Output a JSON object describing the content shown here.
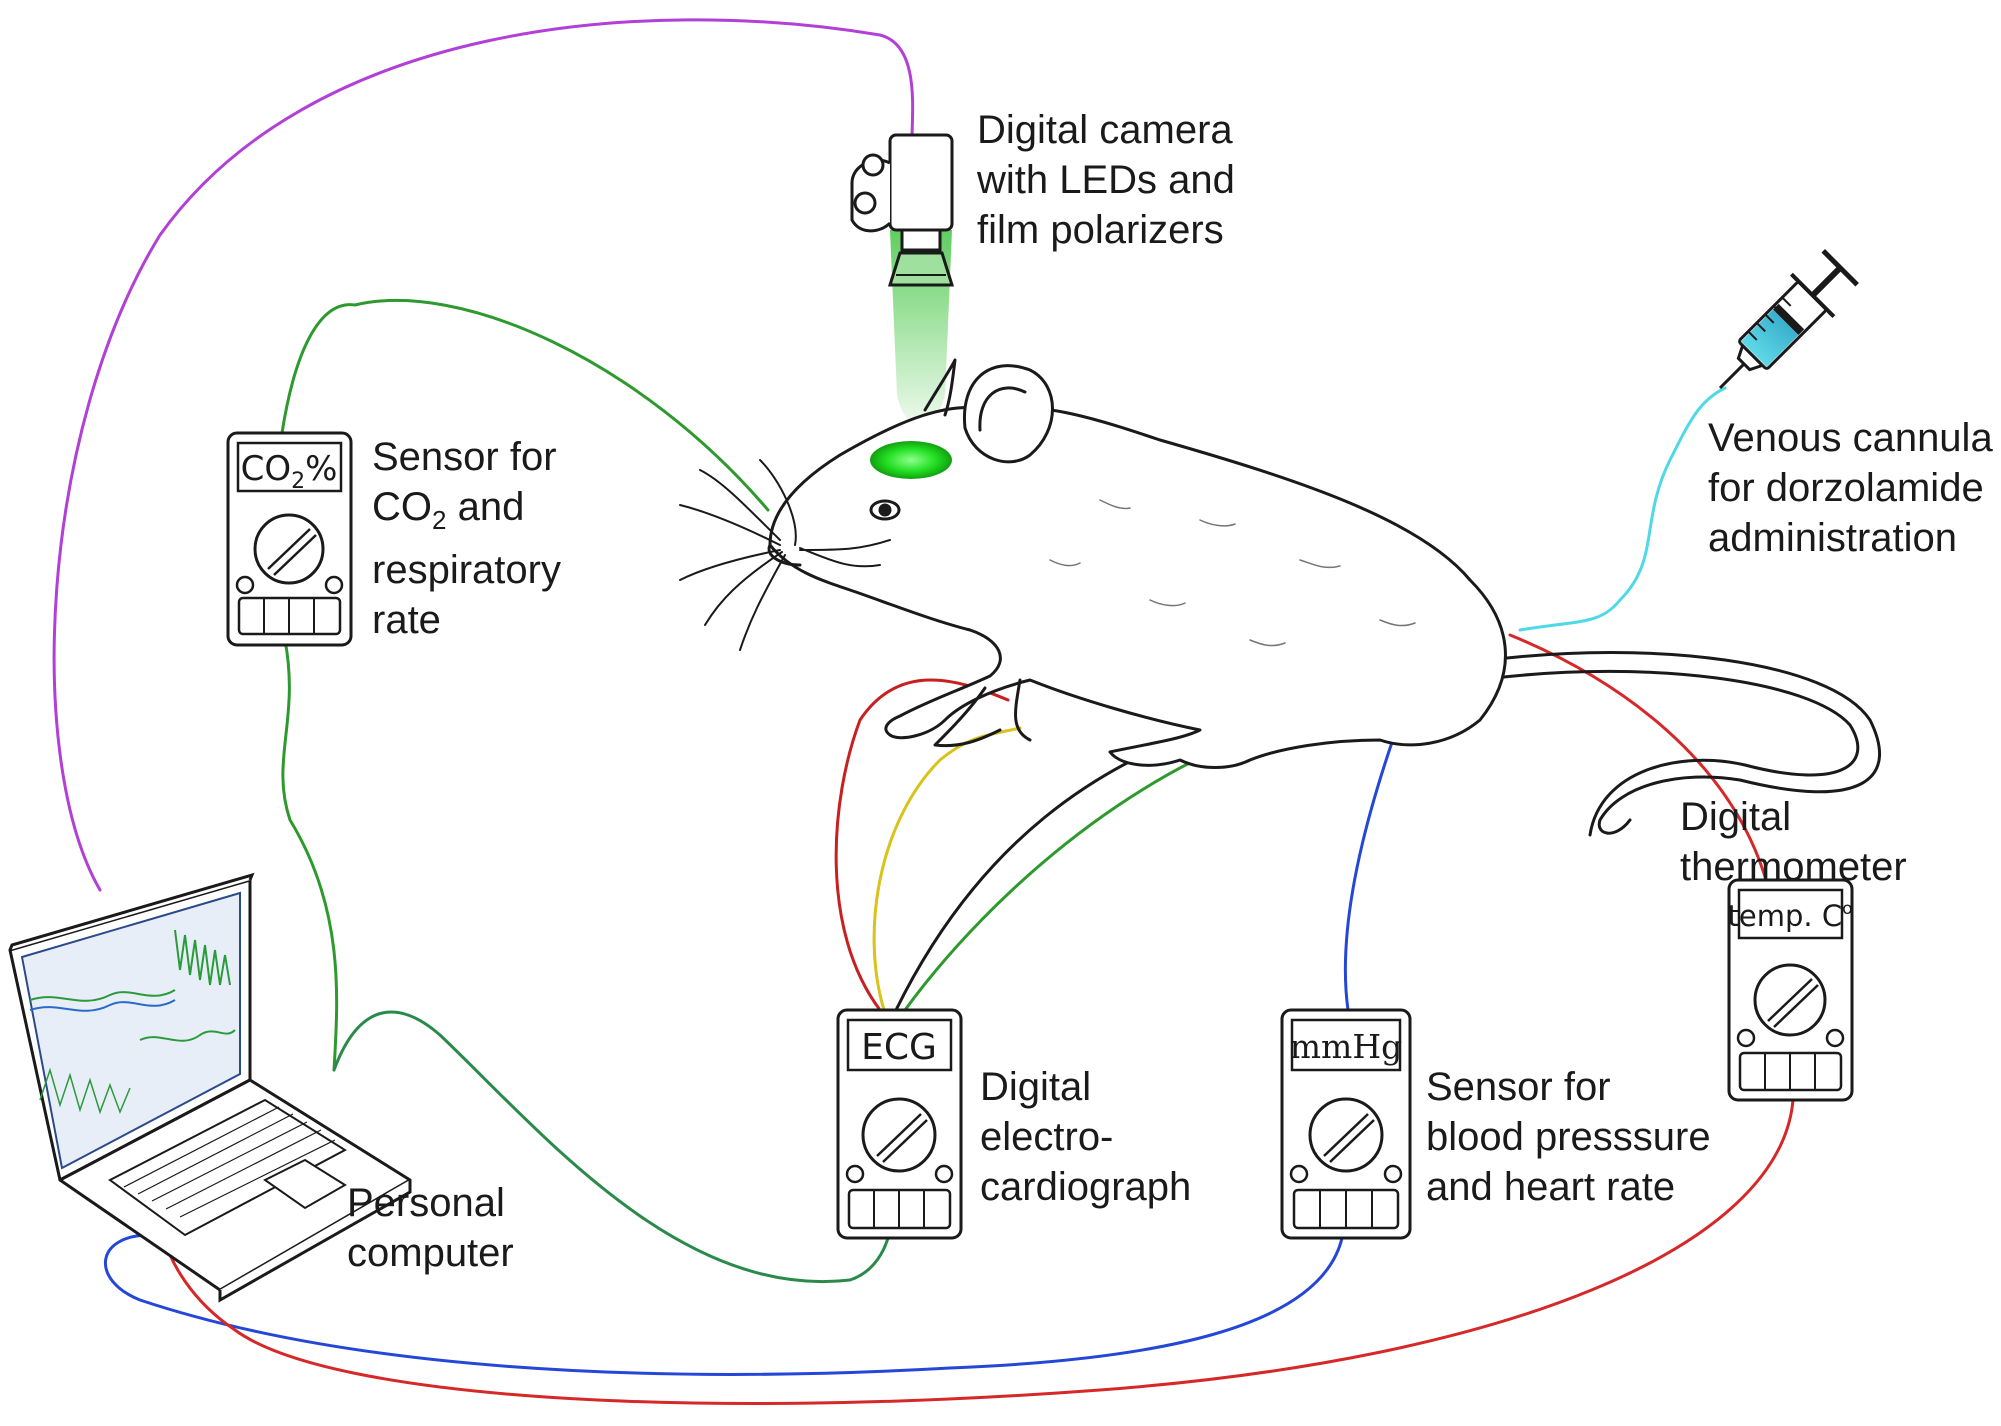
{
  "labels": {
    "camera": [
      "Digital camera",
      "with LEDs and",
      "film polarizers"
    ],
    "co2_sensor": {
      "l1": "Sensor for",
      "l2_pre": "CO",
      "l2_sub": "2",
      "l2_post": " and",
      "l3": "respiratory",
      "l4": "rate"
    },
    "cannula": [
      "Venous cannula",
      "for dorzolamide",
      "administration"
    ],
    "thermometer": [
      "Digital",
      "thermometer"
    ],
    "computer": [
      "Personal",
      "computer"
    ],
    "ecg": [
      "Digital",
      "electro-",
      "cardiograph"
    ],
    "bp_sensor": [
      "Sensor for",
      "blood presssure",
      "and heart rate"
    ]
  },
  "displays": {
    "co2": {
      "pre": "CO",
      "sub": "2",
      "post": "%"
    },
    "ecg": "ECG",
    "bp": "mmHg",
    "temp": {
      "text": "temp. C",
      "sup": "o"
    }
  },
  "colors": {
    "purple": "#b23fd6",
    "green": "#2e9a2e",
    "red": "#d62828",
    "blue": "#2447d8",
    "yellow": "#d9c21a",
    "black": "#1a1a1a",
    "cyan": "#4fd8e6",
    "led": "#2ee82e"
  }
}
